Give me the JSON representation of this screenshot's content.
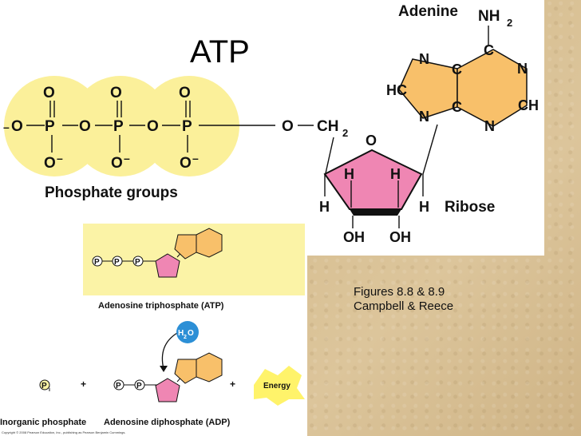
{
  "slide": {
    "title": "ATP",
    "caption_line1": "Figures 8.8 & 8.9",
    "caption_line2": "Campbell & Reece"
  },
  "atp_structure": {
    "phosphate": {
      "o": "O",
      "p": "P",
      "o_minus": "O",
      "minus": "–",
      "label": "Phosphate groups"
    },
    "linker": {
      "o": "O",
      "ch": "CH",
      "sub2": "2"
    },
    "ribose": {
      "ring_o": "O",
      "h": "H",
      "oh": "OH",
      "label": "Ribose"
    },
    "adenine": {
      "label": "Adenine",
      "nh": "NH",
      "sub2": "2",
      "c": "C",
      "n": "N",
      "hc": "HC",
      "ch": "CH"
    },
    "colors": {
      "phosphate_fill": "#fbf09a",
      "ribose_fill": "#ef86b3",
      "adenine_fill": "#f8c06a"
    }
  },
  "hydrolysis": {
    "p_label": "P",
    "pi_sub": "i",
    "atp_label": "Adenosine triphosphate (ATP)",
    "water": "H",
    "water_sub": "2",
    "water_o": "O",
    "plus": "+",
    "energy": "Energy",
    "inorganic_label": "Inorganic phosphate",
    "adp_label": "Adenosine diphosphate (ADP)",
    "copyright": "Copyright © 2008 Pearson Education, Inc., publishing as Pearson Benjamin Cummings.",
    "colors": {
      "panel_fill": "#fbf3a6",
      "water_fill": "#2c8fd6",
      "energy_fill": "#fff36a"
    }
  }
}
